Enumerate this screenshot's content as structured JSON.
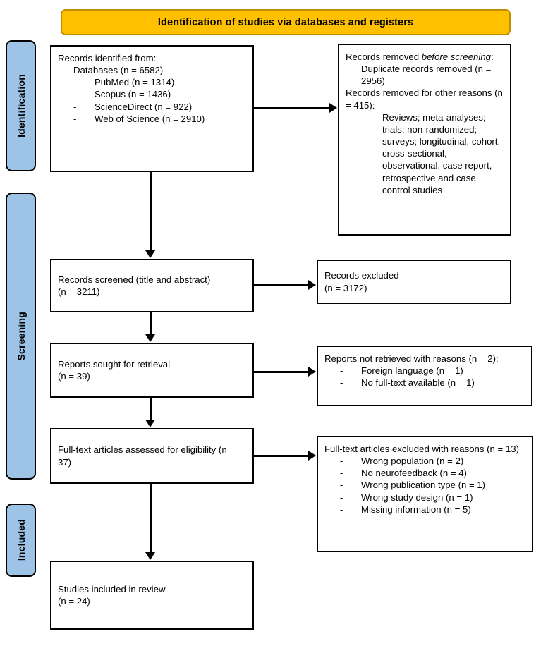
{
  "banner": {
    "title": "Identification of studies via databases and registers",
    "bg_color": "#FFC000",
    "border_color": "#BF8F00"
  },
  "stages": {
    "identification": "Identification",
    "screening": "Screening",
    "included": "Included",
    "bg_color": "#9DC3E6"
  },
  "boxes": {
    "identified": {
      "line1": "Records identified from:",
      "line2": "Databases (n = 6582)",
      "items": [
        {
          "dash": "-",
          "text": "PubMed (n = 1314)"
        },
        {
          "dash": "-",
          "text": "Scopus (n = 1436)"
        },
        {
          "dash": "-",
          "text": "ScienceDirect (n = 922)"
        },
        {
          "dash": "-",
          "text": "Web of Science (n = 2910)"
        }
      ]
    },
    "removed": {
      "line1_a": "Records removed ",
      "line1_b": "before screening",
      "line1_c": ":",
      "line2": "Duplicate records removed (n = 2956)",
      "line3": "Records removed for other reasons (n = 415):",
      "items": [
        {
          "dash": "-",
          "text": "Reviews; meta-analyses; trials; non-randomized; surveys; longitudinal, cohort, cross-sectional, observational, case report, retrospective and case control studies"
        }
      ]
    },
    "screened": {
      "line1": "Records screened (title and abstract)",
      "line2": "(n = 3211)"
    },
    "excluded": {
      "line1": "Records excluded",
      "line2": "(n = 3172)"
    },
    "sought": {
      "line1": "Reports sought for retrieval",
      "line2": "(n = 39)"
    },
    "not_retrieved": {
      "line1": "Reports not retrieved with reasons (n = 2):",
      "items": [
        {
          "dash": "-",
          "text": "Foreign language (n = 1)"
        },
        {
          "dash": "-",
          "text": "No full-text available (n = 1)"
        }
      ]
    },
    "assessed": {
      "line1": "Full-text articles assessed for eligibility (n = 37)"
    },
    "fulltext_excluded": {
      "line1": "Full-text articles excluded with reasons (n = 13)",
      "items": [
        {
          "dash": "-",
          "text": "Wrong population (n = 2)"
        },
        {
          "dash": "-",
          "text": "No neurofeedback (n = 4)"
        },
        {
          "dash": "-",
          "text": "Wrong publication type (n = 1)"
        },
        {
          "dash": "-",
          "text": "Wrong study design (n = 1)"
        },
        {
          "dash": "-",
          "text": "Missing information (n = 5)"
        }
      ]
    },
    "included": {
      "line1": "Studies included in review",
      "line2": "(n = 24)"
    }
  }
}
